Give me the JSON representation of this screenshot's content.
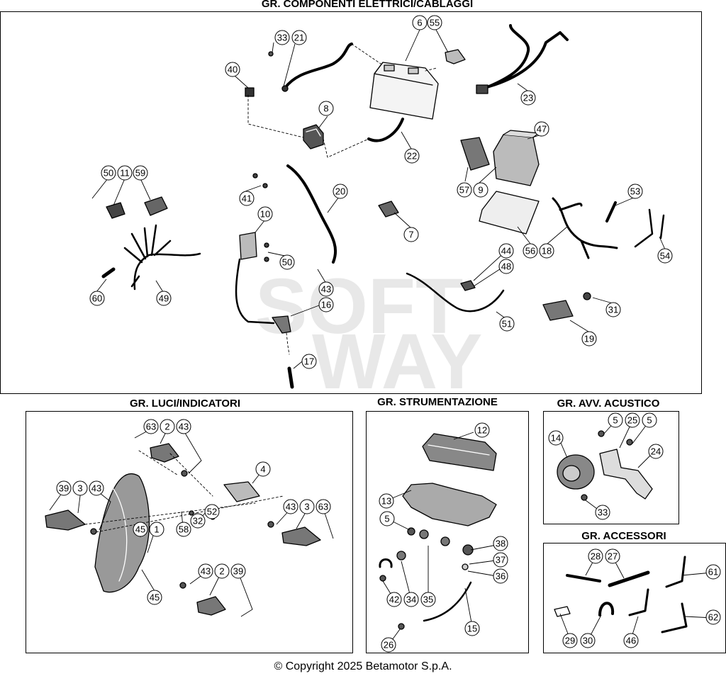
{
  "sections": {
    "electrical": {
      "title": "GR. COMPONENTI ELETTRICI/CABLAGGI"
    },
    "lights": {
      "title": "GR. LUCI/INDICATORI"
    },
    "instruments": {
      "title": "GR. STRUMENTAZIONE"
    },
    "horn": {
      "title": "GR. AVV. ACUSTICO"
    },
    "accessories": {
      "title": "GR. ACCESSORI"
    }
  },
  "watermark": [
    "SOFT",
    "WAY"
  ],
  "callouts": [
    {
      "id": "c-electrical-33",
      "label": "33"
    },
    {
      "id": "c-electrical-21",
      "label": "21"
    },
    {
      "id": "c-electrical-6",
      "label": "6"
    },
    {
      "id": "c-electrical-55",
      "label": "55"
    },
    {
      "id": "c-electrical-40",
      "label": "40"
    },
    {
      "id": "c-electrical-8",
      "label": "8"
    },
    {
      "id": "c-electrical-22",
      "label": "22"
    },
    {
      "id": "c-electrical-23",
      "label": "23"
    },
    {
      "id": "c-electrical-47",
      "label": "47"
    },
    {
      "id": "c-electrical-57",
      "label": "57"
    },
    {
      "id": "c-electrical-9",
      "label": "9"
    },
    {
      "id": "c-electrical-53",
      "label": "53"
    },
    {
      "id": "c-electrical-56",
      "label": "56"
    },
    {
      "id": "c-electrical-18",
      "label": "18"
    },
    {
      "id": "c-electrical-54",
      "label": "54"
    },
    {
      "id": "c-electrical-50a",
      "label": "50"
    },
    {
      "id": "c-electrical-11",
      "label": "11"
    },
    {
      "id": "c-electrical-59",
      "label": "59"
    },
    {
      "id": "c-electrical-41",
      "label": "41"
    },
    {
      "id": "c-electrical-20",
      "label": "20"
    },
    {
      "id": "c-electrical-10",
      "label": "10"
    },
    {
      "id": "c-electrical-7",
      "label": "7"
    },
    {
      "id": "c-electrical-50b",
      "label": "50"
    },
    {
      "id": "c-electrical-44",
      "label": "44"
    },
    {
      "id": "c-electrical-48",
      "label": "48"
    },
    {
      "id": "c-electrical-60",
      "label": "60"
    },
    {
      "id": "c-electrical-49",
      "label": "49"
    },
    {
      "id": "c-electrical-43",
      "label": "43"
    },
    {
      "id": "c-electrical-16",
      "label": "16"
    },
    {
      "id": "c-electrical-51",
      "label": "51"
    },
    {
      "id": "c-electrical-31",
      "label": "31"
    },
    {
      "id": "c-electrical-19",
      "label": "19"
    },
    {
      "id": "c-electrical-17",
      "label": "17"
    },
    {
      "id": "c-lights-63a",
      "label": "63"
    },
    {
      "id": "c-lights-2a",
      "label": "2"
    },
    {
      "id": "c-lights-43a",
      "label": "43"
    },
    {
      "id": "c-lights-4",
      "label": "4"
    },
    {
      "id": "c-lights-39a",
      "label": "39"
    },
    {
      "id": "c-lights-3a",
      "label": "3"
    },
    {
      "id": "c-lights-43b",
      "label": "43"
    },
    {
      "id": "c-lights-52",
      "label": "52"
    },
    {
      "id": "c-lights-43c",
      "label": "43"
    },
    {
      "id": "c-lights-3b",
      "label": "3"
    },
    {
      "id": "c-lights-63b",
      "label": "63"
    },
    {
      "id": "c-lights-32",
      "label": "32"
    },
    {
      "id": "c-lights-45a",
      "label": "45"
    },
    {
      "id": "c-lights-1",
      "label": "1"
    },
    {
      "id": "c-lights-58",
      "label": "58"
    },
    {
      "id": "c-lights-43d",
      "label": "43"
    },
    {
      "id": "c-lights-2b",
      "label": "2"
    },
    {
      "id": "c-lights-39b",
      "label": "39"
    },
    {
      "id": "c-lights-45b",
      "label": "45"
    },
    {
      "id": "c-instr-12",
      "label": "12"
    },
    {
      "id": "c-instr-13",
      "label": "13"
    },
    {
      "id": "c-instr-5",
      "label": "5"
    },
    {
      "id": "c-instr-38",
      "label": "38"
    },
    {
      "id": "c-instr-37",
      "label": "37"
    },
    {
      "id": "c-instr-36",
      "label": "36"
    },
    {
      "id": "c-instr-42",
      "label": "42"
    },
    {
      "id": "c-instr-34",
      "label": "34"
    },
    {
      "id": "c-instr-35",
      "label": "35"
    },
    {
      "id": "c-instr-15",
      "label": "15"
    },
    {
      "id": "c-instr-26",
      "label": "26"
    },
    {
      "id": "c-horn-5a",
      "label": "5"
    },
    {
      "id": "c-horn-25",
      "label": "25"
    },
    {
      "id": "c-horn-5b",
      "label": "5"
    },
    {
      "id": "c-horn-14",
      "label": "14"
    },
    {
      "id": "c-horn-24",
      "label": "24"
    },
    {
      "id": "c-horn-33",
      "label": "33"
    },
    {
      "id": "c-acc-28",
      "label": "28"
    },
    {
      "id": "c-acc-27",
      "label": "27"
    },
    {
      "id": "c-acc-61",
      "label": "61"
    },
    {
      "id": "c-acc-62",
      "label": "62"
    },
    {
      "id": "c-acc-29",
      "label": "29"
    },
    {
      "id": "c-acc-30",
      "label": "30"
    },
    {
      "id": "c-acc-46",
      "label": "46"
    }
  ],
  "footer": {
    "copyright": "© Copyright 2025 Betamotor S.p.A."
  }
}
